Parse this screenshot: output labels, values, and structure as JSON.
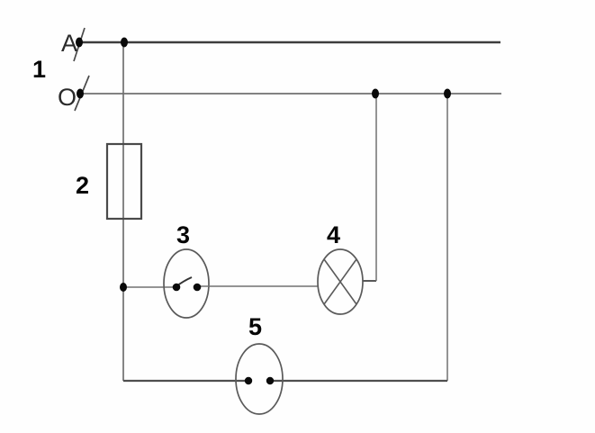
{
  "diagram": {
    "kind": "electrical-wiring-schematic",
    "labels": {
      "callout_1": "1",
      "callout_2": "2",
      "callout_3": "3",
      "callout_4": "4",
      "callout_5": "5",
      "wire_a": "A",
      "wire_o": "O"
    },
    "components": {
      "1": "supply-contacts-a-o",
      "2": "fuse",
      "3": "switch",
      "4": "lamp",
      "5": "socket-outlet"
    },
    "colors": {
      "wire_thin": "#707070",
      "wire_dark": "#3d3d3d",
      "symbol_outline": "#5a5a5a",
      "junction_dot": "#0a0a0a",
      "label": "#060606",
      "background": "#fefefe"
    }
  }
}
